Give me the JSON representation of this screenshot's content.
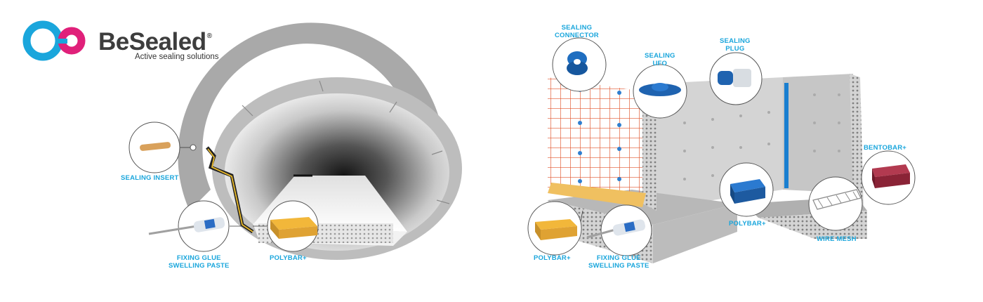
{
  "brand": {
    "name": "BeSealed",
    "registered": "®",
    "tagline": "Active sealing solutions",
    "colors": {
      "cyan": "#1aa6dc",
      "magenta": "#e0207a",
      "text": "#3d3d3d"
    }
  },
  "left_diagram": {
    "labels": {
      "sealing_insert": "SEALING INSERT",
      "fixing_glue_1": "FIXING GLUE",
      "fixing_glue_2": "SWELLING PASTE",
      "polybar": "POLYBAR+"
    }
  },
  "right_diagram": {
    "labels": {
      "sealing_connector_1": "SEALING",
      "sealing_connector_2": "CONNECTOR",
      "sealing_ufo_1": "SEALING",
      "sealing_ufo_2": "UFO",
      "sealing_plug_1": "SEALING",
      "sealing_plug_2": "PLUG",
      "bentobar": "BENTOBAR+",
      "polybar_mid": "POLYBAR+",
      "wire_mesh": "WIRE MESH",
      "polybar_left": "POLYBAR+",
      "fixing_glue_1": "FIXING GLUE",
      "fixing_glue_2": "SWELLING PASTE"
    }
  }
}
